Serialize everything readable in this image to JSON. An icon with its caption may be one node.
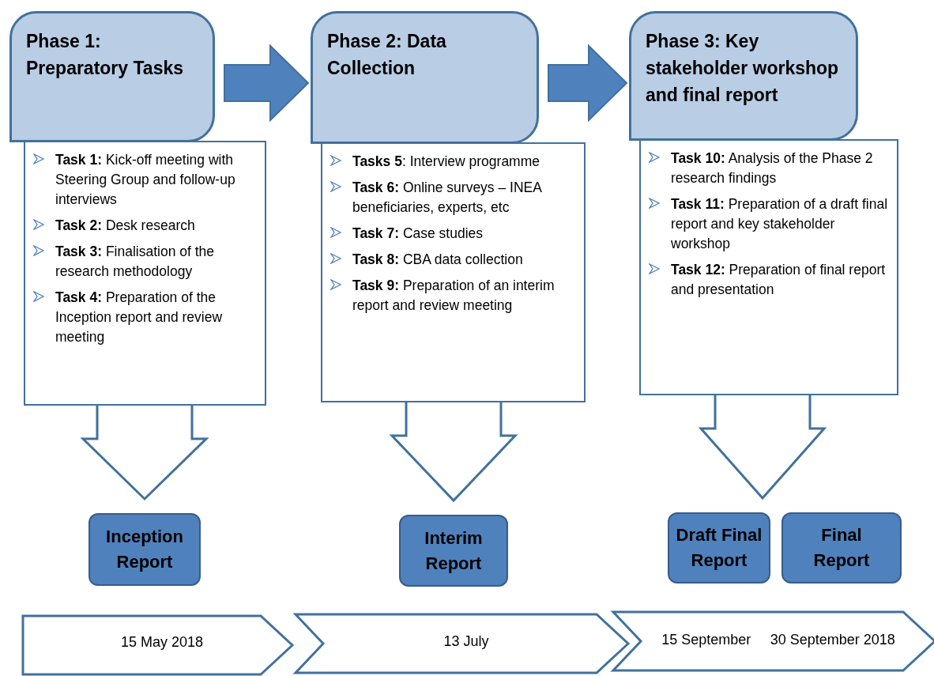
{
  "diagram": {
    "nodes": [
      {
        "text": [
          "Phase 1: Preparatory Tasks"
        ]
      },
      {
        "text": [
          "**Task 1:** Kick-off meeting with Steering Group and follow-up interviews",
          "**Task 2:** Desk research",
          "**Task 3:** Finalisation of the research methodology",
          "**Task 4:** Preparation of the Inception report and review meeting"
        ]
      },
      {
        "text": [
          "Phase 2: Data Collection"
        ]
      },
      {
        "text": [
          "**Tasks 5**: Interview programme",
          "**Task 6:** Online surveys – INEA beneficiaries, experts, etc",
          "**Task 7:** Case studies",
          "**Task 8:** CBA data collection",
          "**Task 9:** Preparation of an interim report and review meeting"
        ]
      },
      {
        "text": [
          "Phase 3: Key stakeholder workshop and final report"
        ]
      },
      {
        "text": [
          "**Task 10:** Analysis of the Phase 2 research findings",
          "**Task 11:** Preparation of a draft final report and key stakeholder workshop",
          "**Task 12:** Preparation of final report and presentation"
        ]
      },
      {
        "text": [
          "Inception Report"
        ]
      },
      {
        "text": [
          "Interim Report"
        ]
      },
      {
        "text": [
          "Draft Final Report"
        ]
      },
      {
        "text": [
          "Final Report"
        ]
      },
      {
        "text": [
          "15 May 2018"
        ]
      },
      {
        "text": [
          "13 July"
        ]
      },
      {
        "text": [
          "15 September",
          "30 September  2018"
        ]
      }
    ],
    "edges": [
      {
        "from": 0,
        "to": 2,
        "arrow": "to",
        "style": "thick"
      },
      {
        "from": 2,
        "to": 4,
        "arrow": "to",
        "style": "thick"
      },
      {
        "from": 1,
        "to": 6,
        "arrow": "to",
        "style": "thick"
      },
      {
        "from": 3,
        "to": 7,
        "arrow": "to",
        "style": "thick"
      },
      {
        "from": 5,
        "to": 8,
        "arrow": "to",
        "style": "thick"
      }
    ]
  }
}
